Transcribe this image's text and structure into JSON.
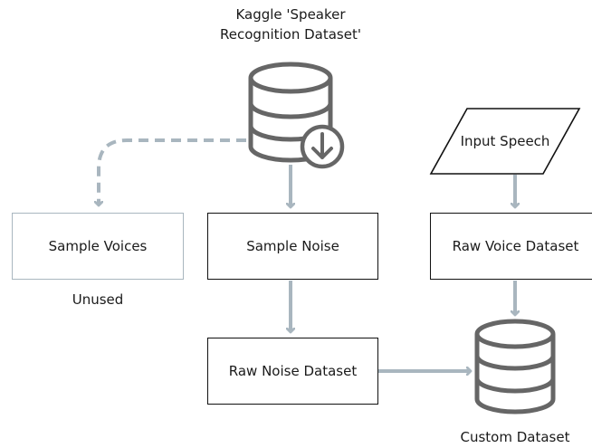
{
  "source": {
    "title_line1": "Kaggle 'Speaker",
    "title_line2": "Recognition Dataset'"
  },
  "nodes": {
    "sample_voices": "Sample Voices",
    "unused": "Unused",
    "sample_noise": "Sample Noise",
    "raw_noise": "Raw Noise Dataset",
    "input_speech": "Input Speech",
    "raw_voice": "Raw Voice Dataset",
    "custom_dataset": "Custom Dataset"
  },
  "colors": {
    "arrow": "#a9b6bf",
    "db_stroke": "#666666",
    "box_dark": "#111111",
    "box_light": "#a9b6bf",
    "text": "#1a1a1a"
  },
  "icons": {
    "source_db": "database-download-icon",
    "custom_db": "database-icon"
  }
}
